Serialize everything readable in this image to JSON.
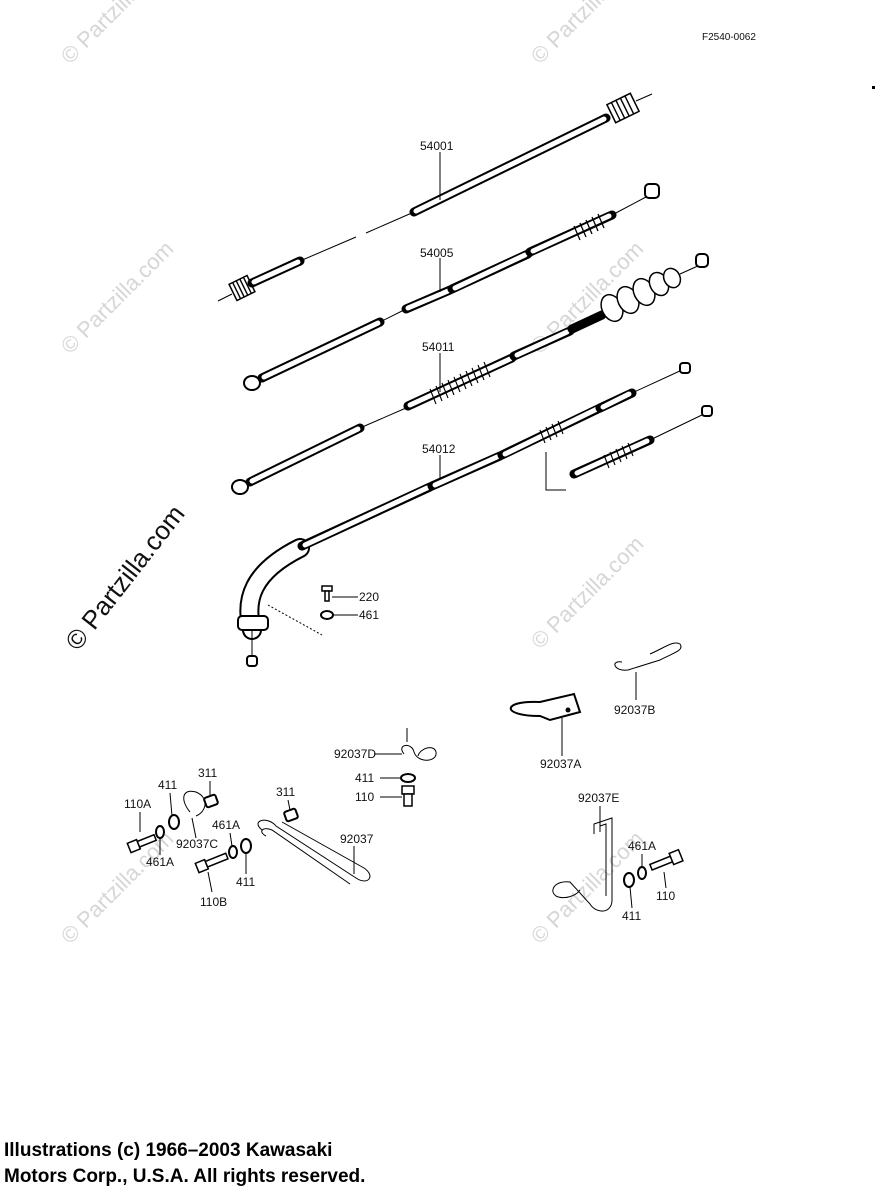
{
  "diagram": {
    "code": "F2540-0062",
    "watermark": "© Partzilla.com",
    "parts": {
      "p54001": "54001",
      "p54005": "54005",
      "p54011": "54011",
      "p54012": "54012",
      "p220": "220",
      "p461": "461",
      "p92037B": "92037B",
      "p92037A": "92037A",
      "p92037D": "92037D",
      "p411a": "411",
      "p110a": "110",
      "p311a": "311",
      "p411b": "411",
      "p110A": "110A",
      "p461Aa": "461A",
      "p92037C": "92037C",
      "p311b": "311",
      "p92037": "92037",
      "p461Ab": "461A",
      "p411c": "411",
      "p110B": "110B",
      "p92037E": "92037E",
      "p461Ac": "461A",
      "p411d": "411",
      "p110b": "110"
    }
  },
  "footer": {
    "line1": "Illustrations (c) 1966–2003 Kawasaki",
    "line2": "Motors Corp., U.S.A.  All rights reserved."
  }
}
